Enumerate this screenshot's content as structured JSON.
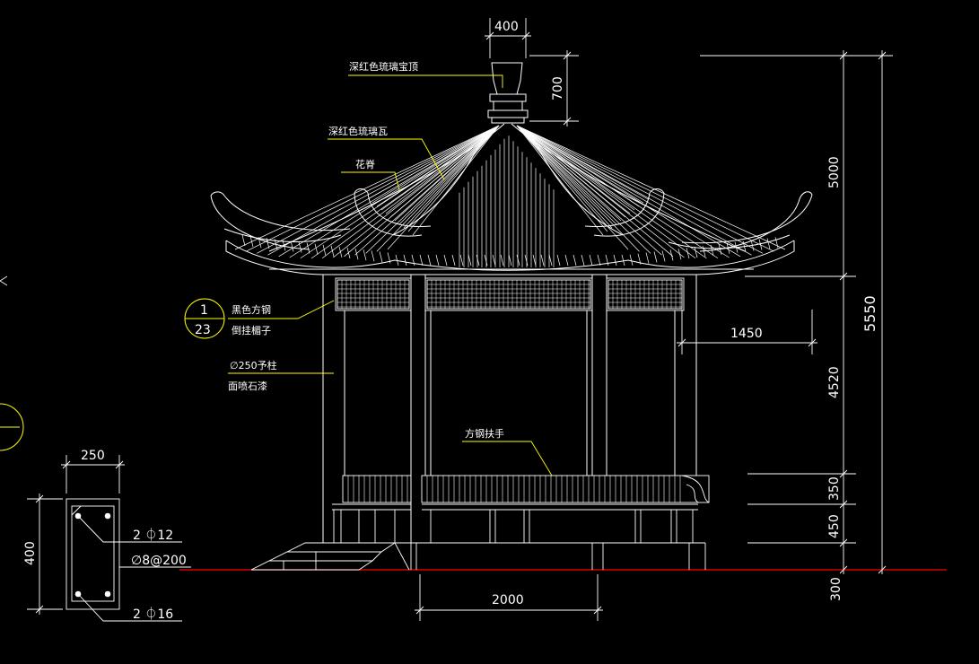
{
  "colors": {
    "background": "#000000",
    "lines": "#ffffff",
    "leaders": "#ffff00",
    "ground_line": "#ff0000",
    "detail_circle": "#ffff00"
  },
  "dimensions": {
    "finial_width": "400",
    "finial_height": "700",
    "roof_height": "5000",
    "total_height": "5550",
    "column_height": "4520",
    "half_width": "1450",
    "railing_height": "350",
    "seat_height": "450",
    "base_height": "300",
    "bay_width": "2000"
  },
  "labels": {
    "finial": "深红色琉璃宝顶",
    "tile": "深红色琉璃瓦",
    "ridge": "花脊",
    "lattice_line1": "黑色方钢",
    "lattice_line2": "倒挂楣子",
    "column_line1": "∅250予柱",
    "column_line2": "面喷石漆",
    "handrail": "方钢扶手"
  },
  "detail_marker": {
    "top": "1",
    "bottom": "23"
  },
  "section": {
    "width": "250",
    "height": "400",
    "rebar_top": "2 ⏀12",
    "stirrup": "∅8@200",
    "rebar_bottom": "2 ⏀16"
  }
}
